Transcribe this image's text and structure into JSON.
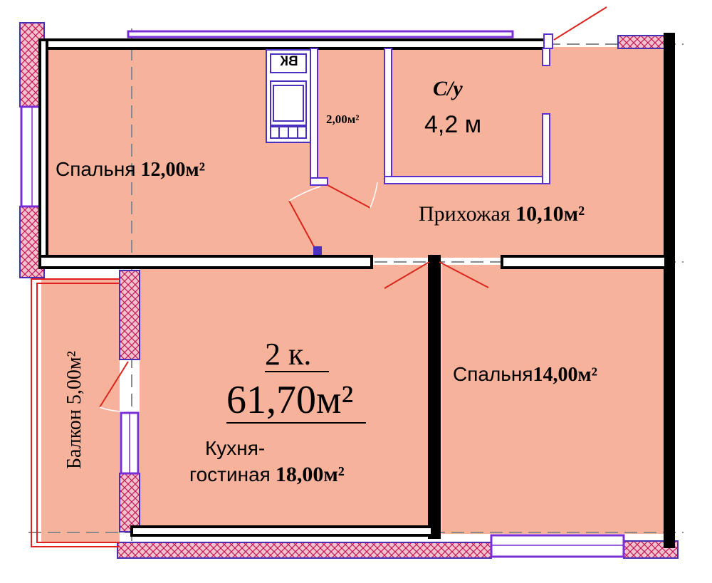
{
  "apartment": {
    "type": "2 к.",
    "total_area": "61,70м²"
  },
  "rooms": {
    "bedroom_left": {
      "name": "Спальня",
      "area": "12,00м²"
    },
    "bathroom": {
      "name": "С/у",
      "area": "4,2 м"
    },
    "closet": {
      "area": "2,00м²"
    },
    "hallway": {
      "name": "Прихожая",
      "area": "10,10м²"
    },
    "bedroom_right": {
      "name": "Спальня",
      "area": "14,00м²"
    },
    "kitchen": {
      "name_line1": "Кухня-",
      "name_line2": "гостиная",
      "area": "18,00м²"
    },
    "balcony": {
      "name": "Балкон",
      "area": "5,00м²"
    }
  },
  "fixtures": {
    "boiler_label": "ВК"
  },
  "colors": {
    "room_fill": "#f6b29b",
    "wall": "#000000",
    "partition": "#7b30d6",
    "door": "#d9261c"
  }
}
